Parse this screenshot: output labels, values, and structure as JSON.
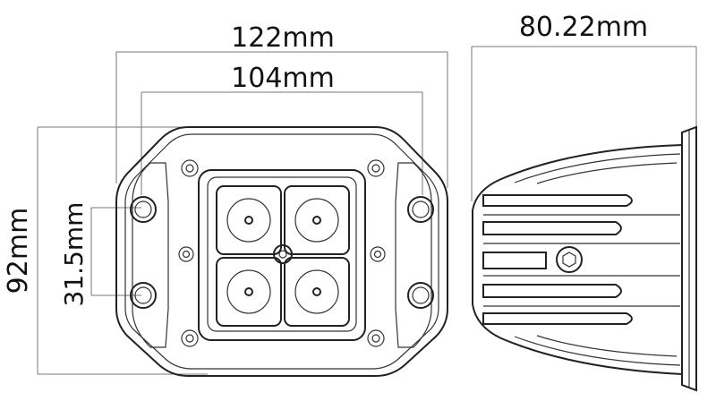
{
  "dimensions": {
    "overall_width": "122mm",
    "mount_width": "104mm",
    "depth": "80.22mm",
    "height": "92mm",
    "bolt_spacing": "31.5mm"
  },
  "colors": {
    "line": "#222222",
    "guide": "#777777",
    "background": "#ffffff"
  },
  "icons": [
    "front-view-drawing",
    "side-view-drawing",
    "led-lens-icon",
    "screw-icon",
    "allen-bolt-icon"
  ]
}
